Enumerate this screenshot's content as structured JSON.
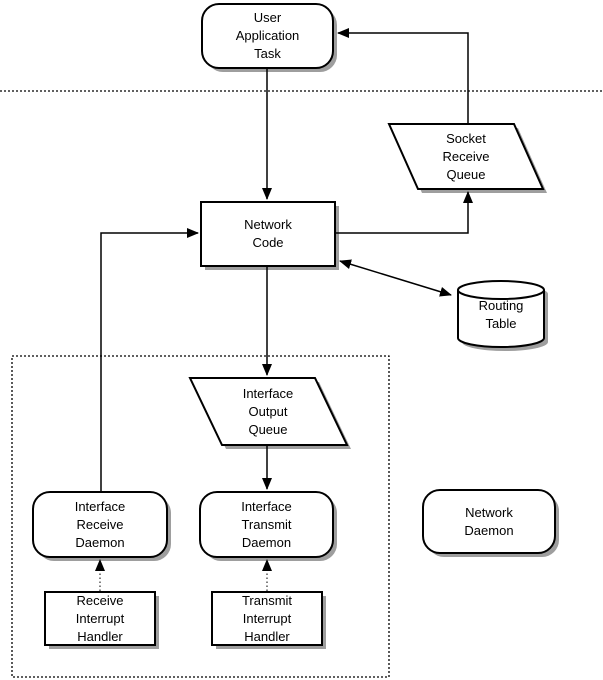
{
  "colors": {
    "line": "#000000",
    "fill": "#ffffff",
    "shadow": "#9e9e9e",
    "background": "#ffffff"
  },
  "nodes": {
    "user_application_task": {
      "label": "User\nApplication\nTask",
      "shape": "rounded-rect"
    },
    "socket_receive_queue": {
      "label": "Socket\nReceive\nQueue",
      "shape": "parallelogram"
    },
    "network_code": {
      "label": "Network\nCode",
      "shape": "rect"
    },
    "routing_table": {
      "label": "Routing\nTable",
      "shape": "cylinder"
    },
    "interface_output_queue": {
      "label": "Interface\nOutput\nQueue",
      "shape": "parallelogram"
    },
    "interface_receive_daemon": {
      "label": "Interface\nReceive\nDaemon",
      "shape": "rounded-rect"
    },
    "interface_transmit_daemon": {
      "label": "Interface\nTransmit\nDaemon",
      "shape": "rounded-rect"
    },
    "receive_interrupt_handler": {
      "label": "Receive\nInterrupt\nHandler",
      "shape": "rect"
    },
    "transmit_interrupt_handler": {
      "label": "Transmit\nInterrupt\nHandler",
      "shape": "rect"
    },
    "network_daemon": {
      "label": "Network\nDaemon",
      "shape": "rounded-rect"
    }
  },
  "edges": [
    {
      "from": "user_application_task",
      "to": "network_code",
      "style": "solid-arrow"
    },
    {
      "from": "socket_receive_queue",
      "to": "user_application_task",
      "style": "solid-arrow"
    },
    {
      "from": "interface_receive_daemon",
      "to": "network_code",
      "style": "solid-arrow"
    },
    {
      "from": "network_code",
      "to": "socket_receive_queue",
      "style": "solid-arrow"
    },
    {
      "from": "network_code",
      "to": "routing_table",
      "style": "solid-double-arrow"
    },
    {
      "from": "network_code",
      "to": "interface_output_queue",
      "style": "solid-arrow"
    },
    {
      "from": "interface_output_queue",
      "to": "interface_transmit_daemon",
      "style": "solid-arrow"
    },
    {
      "from": "receive_interrupt_handler",
      "to": "interface_receive_daemon",
      "style": "dotted-arrow"
    },
    {
      "from": "transmit_interrupt_handler",
      "to": "interface_transmit_daemon",
      "style": "dotted-arrow"
    }
  ],
  "boundaries": [
    {
      "name": "user-kernel-separator",
      "style": "dotted-horizontal-line"
    },
    {
      "name": "interrupt-level-box",
      "style": "dotted-rectangle"
    }
  ]
}
